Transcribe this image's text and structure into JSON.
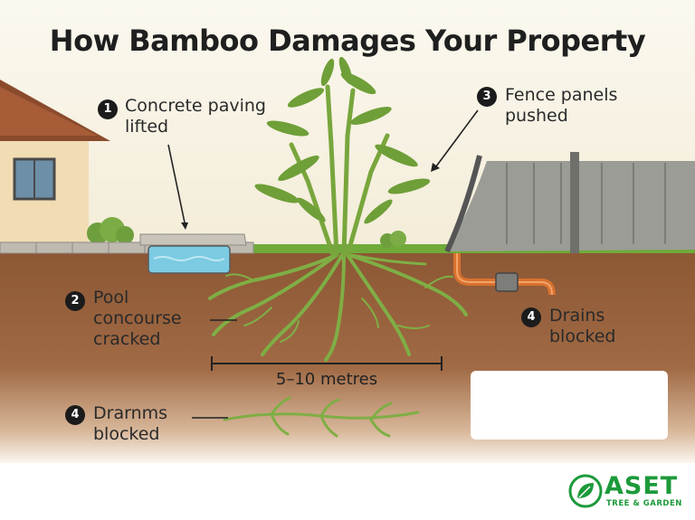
{
  "title": "How Bamboo Damages Your Property",
  "callouts": [
    {
      "number": "1",
      "line1": "Concrete paving",
      "line2": "lifted"
    },
    {
      "number": "2",
      "line1": "Pool",
      "line2": "concourse",
      "line3": "cracked"
    },
    {
      "number": "3",
      "line1": "Fence panels",
      "line2": "pushed"
    },
    {
      "number": "4",
      "line1": "Drains",
      "line2": "blocked"
    },
    {
      "number": "4",
      "line1": "Drarnms",
      "line2": "blocked"
    }
  ],
  "measurement": "5–10 metres",
  "logo": {
    "name": "ASET",
    "tagline": "TREE & GARDEN",
    "icon": "leaf-icon",
    "color": "#1c9a3a"
  },
  "colors": {
    "sky": "#f7f2e4",
    "soil": "#8a5635",
    "grass": "#6faa3a",
    "roots": "#7fae45",
    "pipe": "#e07c3a",
    "fence": "#8f8f8b"
  }
}
